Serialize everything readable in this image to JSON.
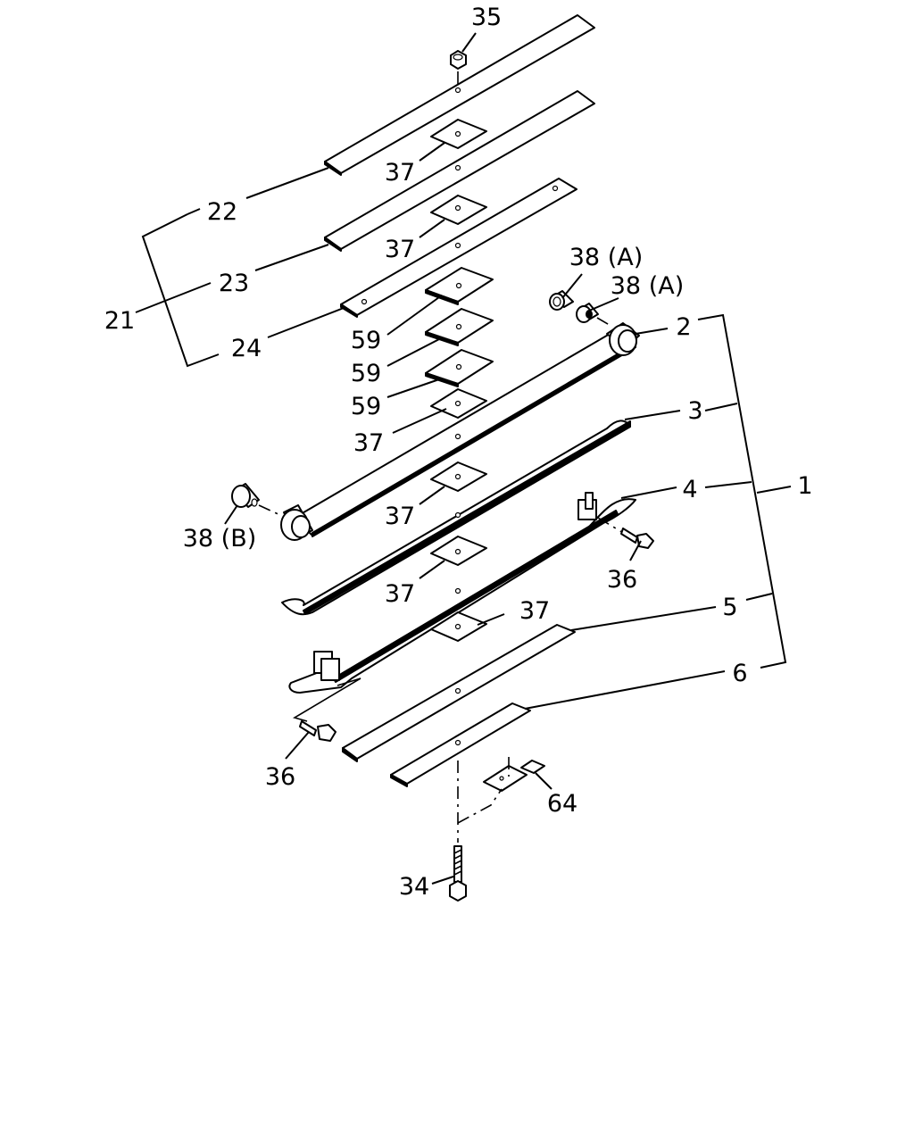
{
  "callouts": {
    "c1": "1",
    "c2": "2",
    "c3": "3",
    "c4": "4",
    "c5": "5",
    "c6": "6",
    "c21": "21",
    "c22": "22",
    "c23": "23",
    "c24": "24",
    "c34": "34",
    "c35": "35",
    "c36a": "36",
    "c36b": "36",
    "c37a": "37",
    "c37b": "37",
    "c37c": "37",
    "c37d": "37",
    "c37e": "37",
    "c37f": "37",
    "c38a1": "38 (A)",
    "c38a2": "38 (A)",
    "c38b": "38 (B)",
    "c59a": "59",
    "c59b": "59",
    "c59c": "59",
    "c64": "64"
  }
}
